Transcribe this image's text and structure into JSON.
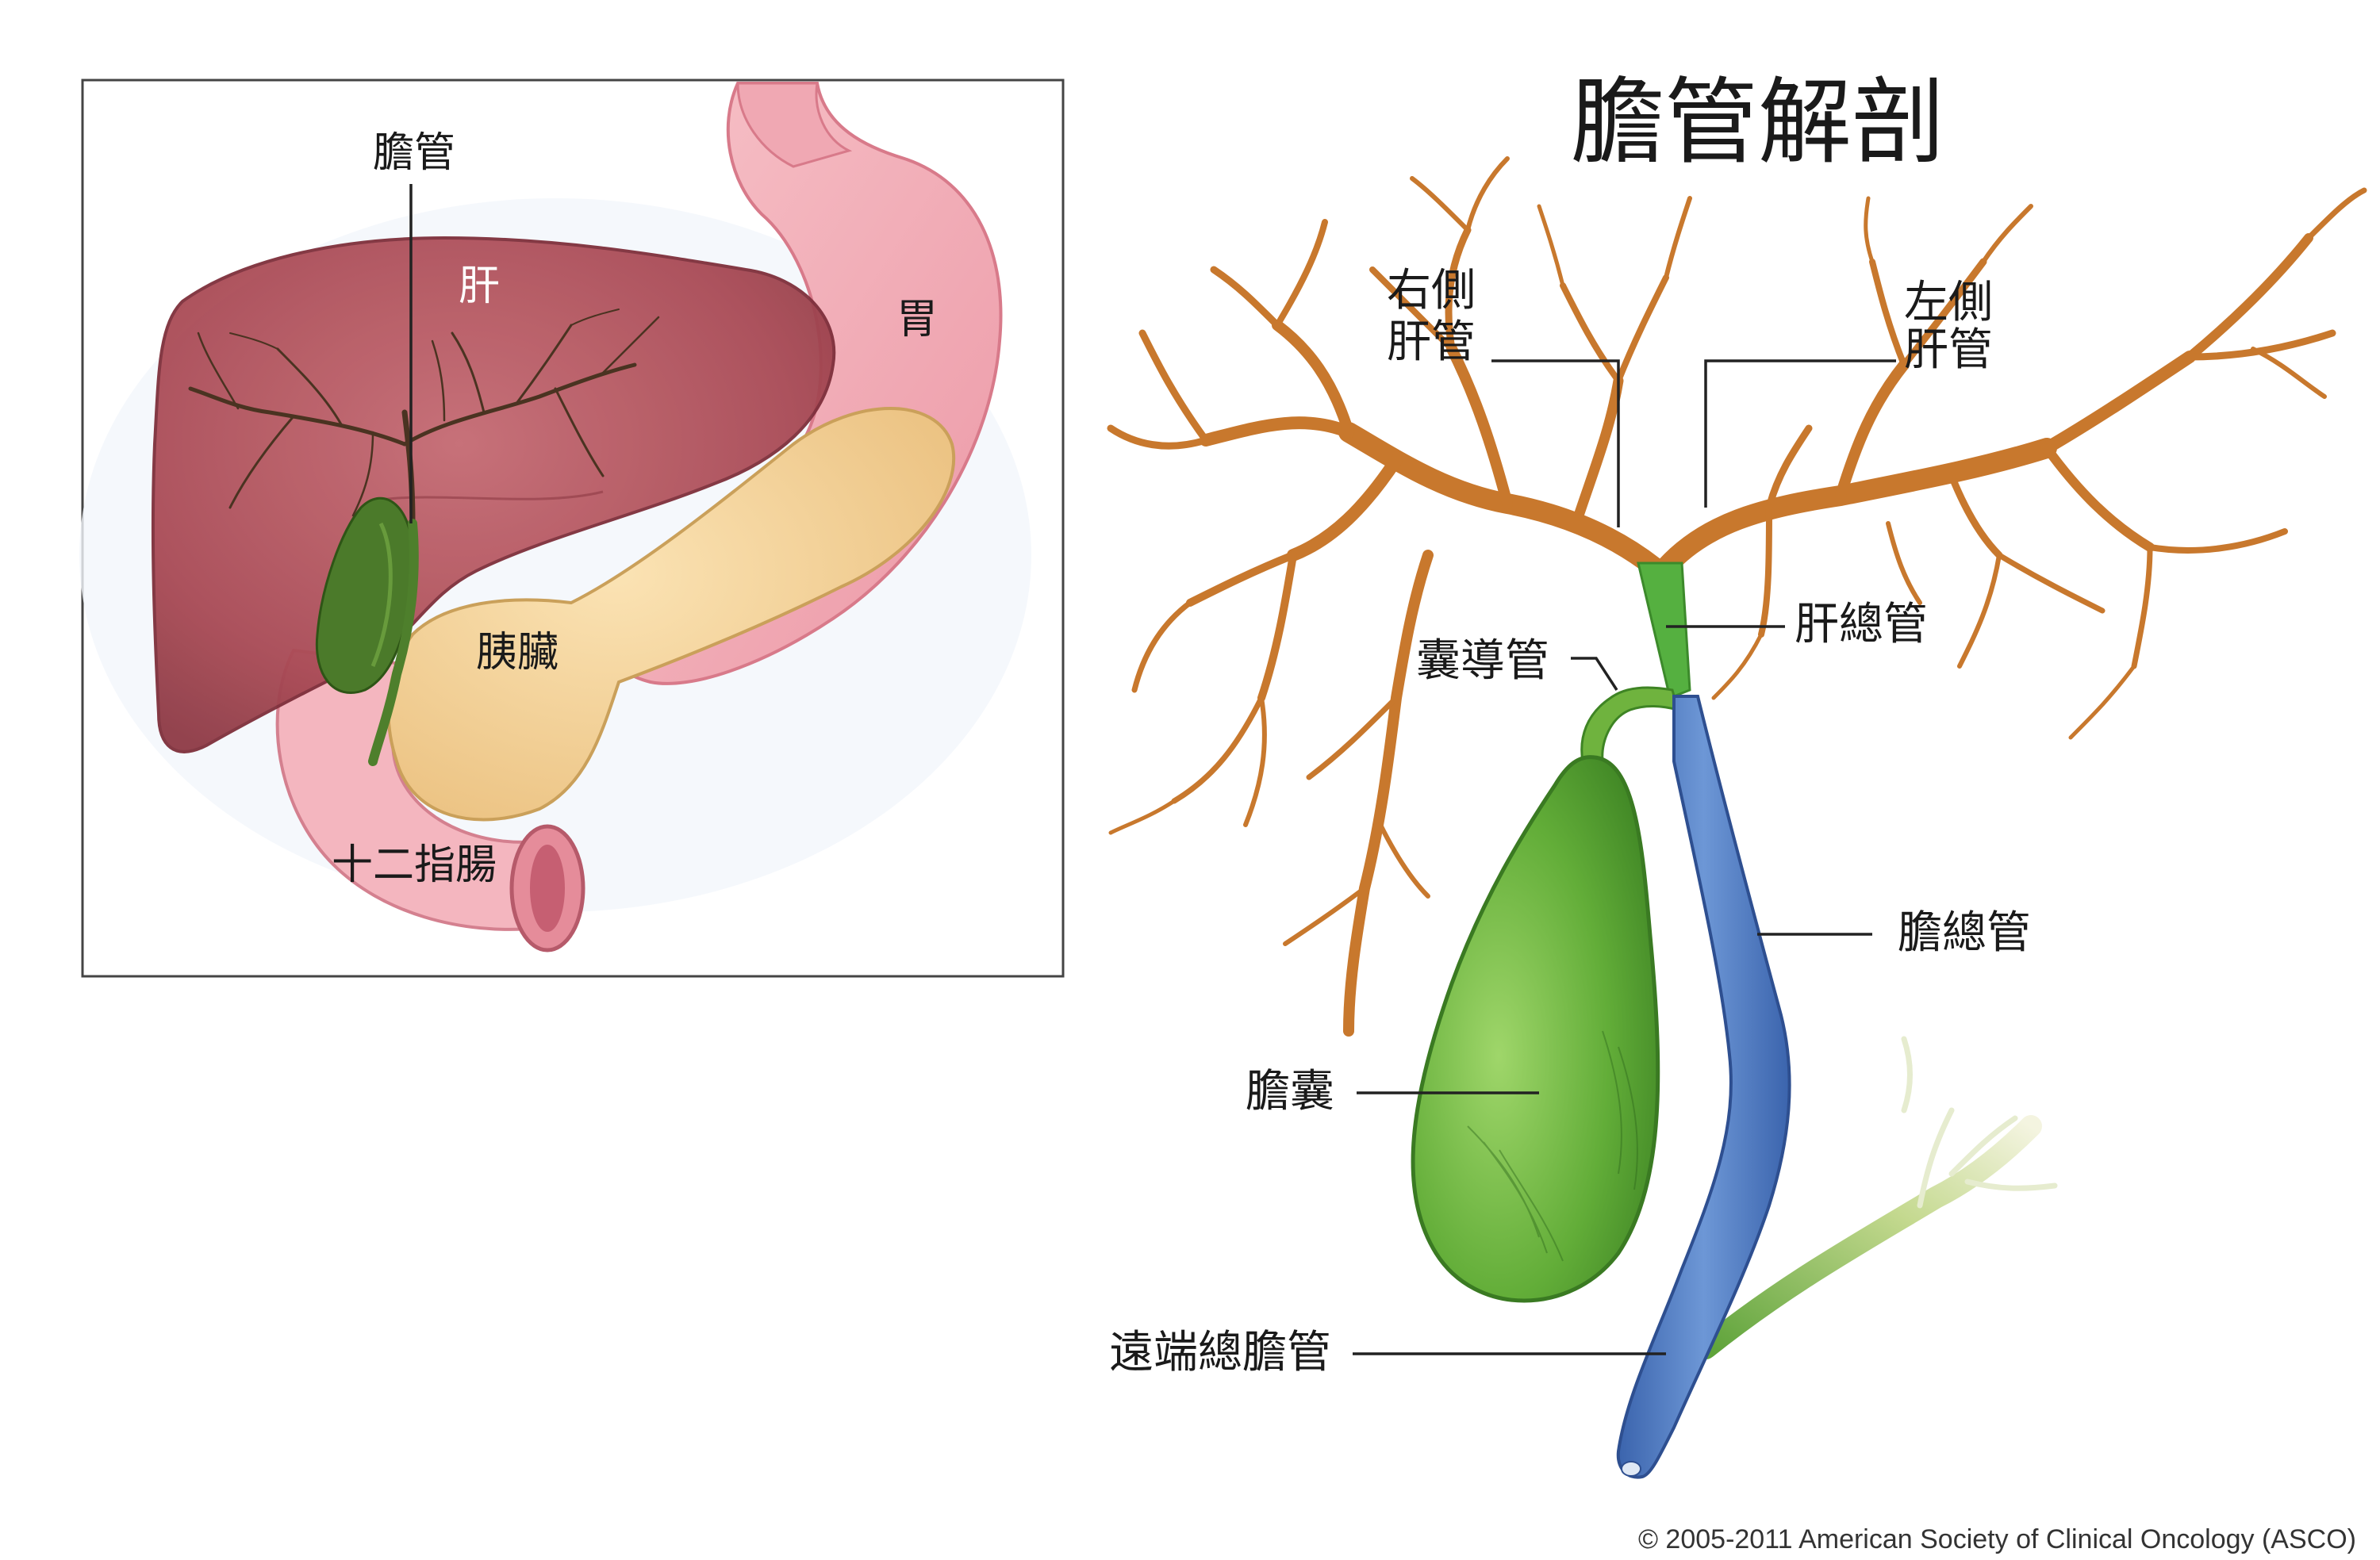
{
  "title": "膽管解剖",
  "inset": {
    "labels": {
      "bile_duct": "膽管",
      "liver": "肝",
      "stomach": "胃",
      "pancreas": "胰臟",
      "duodenum": "十二指腸"
    }
  },
  "main": {
    "labels": {
      "right_hepatic_duct_line1": "右側",
      "right_hepatic_duct_line2": "肝管",
      "left_hepatic_duct_line1": "左側",
      "left_hepatic_duct_line2": "肝管",
      "common_hepatic_duct": "肝總管",
      "cystic_duct": "囊導管",
      "common_bile_duct": "膽總管",
      "gallbladder": "膽囊",
      "distal_common_bile_duct": "遠端總膽管"
    }
  },
  "copyright": "© 2005-2011 American Society of Clinical Oncology (ASCO)",
  "colors": {
    "liver": "#b5545c",
    "stomach": "#f2aeb8",
    "pancreas": "#f0c98a",
    "bile_tree": "#c8782d",
    "gallbladder": "#6fb33e",
    "common_bile_duct": "#4a78c0",
    "common_hepatic_duct": "#55b040"
  }
}
